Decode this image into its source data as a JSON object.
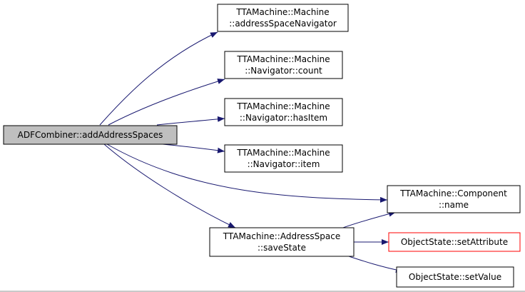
{
  "colors": {
    "edge": "#191970",
    "node_border": "#000000",
    "root_fill": "#bfbfbf",
    "node_fill": "#ffffff",
    "error_border": "#ff0000"
  },
  "nodes": {
    "root": {
      "lines": [
        "ADFCombiner::addAddressSpaces"
      ]
    },
    "addressSpaceNavigator": {
      "lines": [
        "TTAMachine::Machine",
        "::addressSpaceNavigator"
      ]
    },
    "navigatorCount": {
      "lines": [
        "TTAMachine::Machine",
        "::Navigator::count"
      ]
    },
    "navigatorHasItem": {
      "lines": [
        "TTAMachine::Machine",
        "::Navigator::hasItem"
      ]
    },
    "navigatorItem": {
      "lines": [
        "TTAMachine::Machine",
        "::Navigator::item"
      ]
    },
    "componentName": {
      "lines": [
        "TTAMachine::Component",
        "::name"
      ]
    },
    "addressSpaceSaveState": {
      "lines": [
        "TTAMachine::AddressSpace",
        "::saveState"
      ]
    },
    "setAttribute": {
      "lines": [
        "ObjectState::setAttribute"
      ]
    },
    "setValue": {
      "lines": [
        "ObjectState::setValue"
      ]
    }
  },
  "edges": [
    {
      "from": "root",
      "to": "addressSpaceNavigator"
    },
    {
      "from": "root",
      "to": "navigatorCount"
    },
    {
      "from": "root",
      "to": "navigatorHasItem"
    },
    {
      "from": "root",
      "to": "navigatorItem"
    },
    {
      "from": "root",
      "to": "componentName"
    },
    {
      "from": "root",
      "to": "addressSpaceSaveState"
    },
    {
      "from": "addressSpaceSaveState",
      "to": "componentName"
    },
    {
      "from": "addressSpaceSaveState",
      "to": "setAttribute"
    },
    {
      "from": "addressSpaceSaveState",
      "to": "setValue"
    }
  ]
}
